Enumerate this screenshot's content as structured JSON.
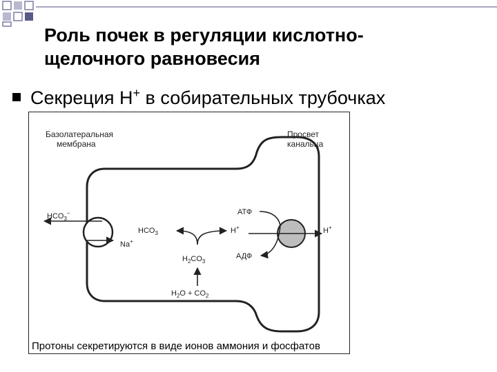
{
  "slide": {
    "title_line1": "Роль почек в регуляции кислотно-",
    "title_line2": "щелочного равновесия",
    "bullet_prefix": "Секреция Н",
    "bullet_sup": "+",
    "bullet_suffix": " в собирательных  трубочках",
    "caption": "Протоны секретируются в виде ионов аммония и фосфатов"
  },
  "diagram": {
    "label_basolateral_line1": "Базолатеральная",
    "label_basolateral_line2": "мембрана",
    "label_lumen_line1": "Просвет",
    "label_lumen_line2": "канальца",
    "hco3_outside": "HCO",
    "hco3_outside_sub": "3",
    "hco3_outside_sup": "−",
    "na_label": "Na",
    "na_sup": "+",
    "hco3_inside": "HCO",
    "hco3_inside_sub": "3",
    "h_inside": "H",
    "h_inside_sup": "+",
    "h2co3_a": "H",
    "h2co3_sub1": "2",
    "h2co3_b": "CO",
    "h2co3_sub2": "3",
    "h2o_a": "H",
    "h2o_sub": "2",
    "h2o_b": "O + CO",
    "co2_sub": "2",
    "atp_label": "АТФ",
    "adp_label": "АДФ",
    "h_lumen": "H",
    "h_lumen_sup": "+"
  },
  "colors": {
    "accent_square_dark": "#5a5a8a",
    "accent_square_light": "#b8b8d0"
  }
}
